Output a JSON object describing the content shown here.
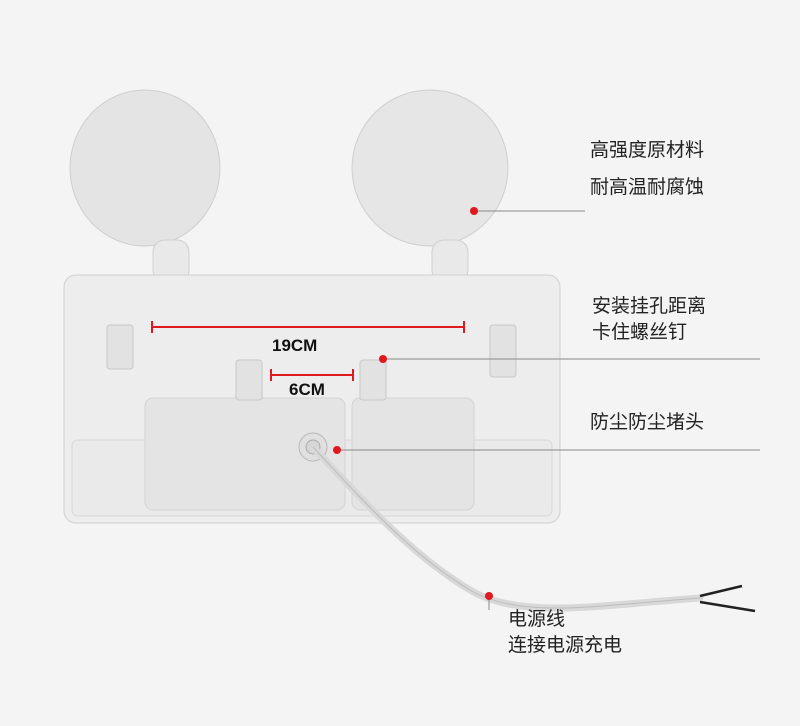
{
  "annotations": {
    "material": {
      "line1": "高强度原材料",
      "line2": "耐高温耐腐蚀"
    },
    "mounting": {
      "line1": "安装挂孔距离",
      "line2": "卡住螺丝钉"
    },
    "dust_plug": {
      "line1": "防尘防尘堵头"
    },
    "power_cable": {
      "line1": "电源线",
      "line2": "连接电源充电"
    }
  },
  "measurements": {
    "outer_spacing": "19CM",
    "inner_spacing": "6CM"
  },
  "colors": {
    "marker": "#e0191e",
    "leader_line": "#888888",
    "body": "#ececec"
  }
}
